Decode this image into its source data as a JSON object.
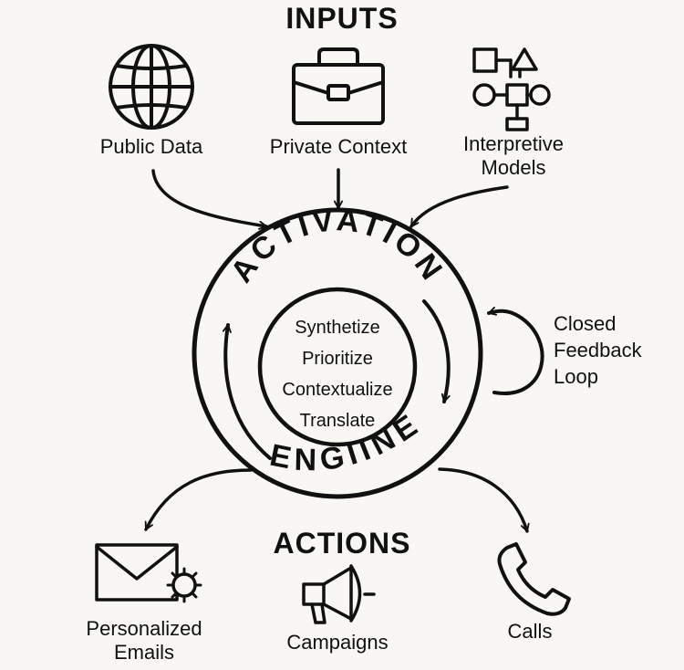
{
  "inputs": {
    "heading": "INPUTS",
    "items": [
      {
        "label": "Public Data",
        "icon": "globe-icon"
      },
      {
        "label": "Private Context",
        "icon": "briefcase-icon"
      },
      {
        "label_line1": "Interpretive",
        "label_line2": "Models",
        "icon": "flowchart-icon"
      }
    ]
  },
  "engine": {
    "top_text": "ACTIVATION",
    "bottom_text": "ENGIINE",
    "steps": [
      "Synthetize",
      "Prioritize",
      "Contextualize",
      "Translate"
    ]
  },
  "feedback": {
    "lines": [
      "Closed",
      "Feedback",
      "Loop"
    ],
    "icon": "curved-arrow-icon"
  },
  "actions": {
    "heading": "ACTIONS",
    "items": [
      {
        "label_line1": "Personalized",
        "label_line2": "Emails",
        "icon": "envelope-icon"
      },
      {
        "label": "Campaigns",
        "icon": "megaphone-icon"
      },
      {
        "label": "Calls",
        "icon": "phone-icon"
      }
    ]
  },
  "colors": {
    "ink": "#111111",
    "background": "#f8f7f3"
  }
}
